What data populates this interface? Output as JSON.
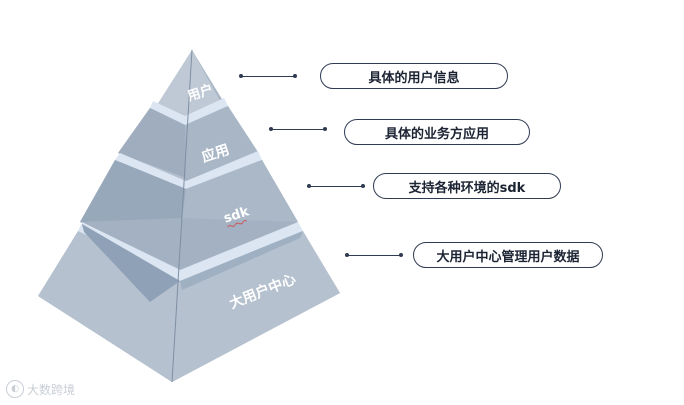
{
  "diagram": {
    "layers": [
      {
        "label": "用户",
        "callout": "具体的用户信息"
      },
      {
        "label": "应用",
        "callout": "具体的业务方应用"
      },
      {
        "label": "sdk",
        "callout": "支持各种环境的sdk"
      },
      {
        "label": "大用户中心",
        "callout": "大用户中心管理用户数据"
      }
    ]
  },
  "watermark": {
    "text": "大数跨境"
  },
  "colors": {
    "face_light": "#bcc6d3",
    "face_mid": "#a9b6c6",
    "face_dark": "#93a4b8",
    "band": "#dbe6f2",
    "outline": "#2f3b52"
  }
}
